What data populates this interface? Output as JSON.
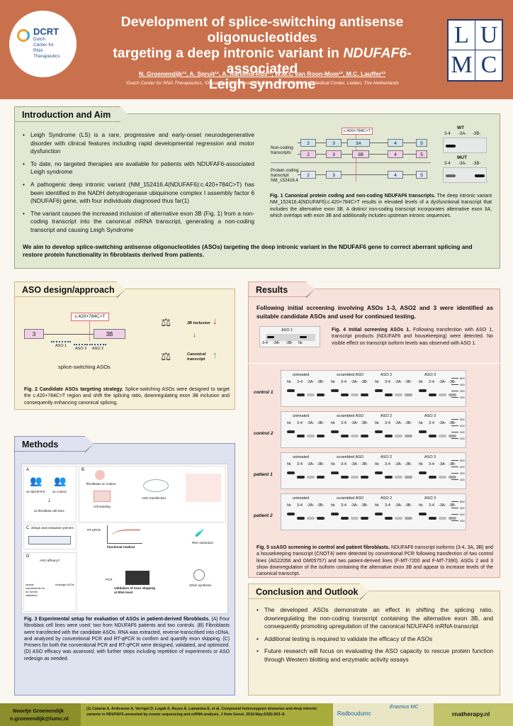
{
  "header": {
    "dcrt_logo": {
      "line1": "DCRT",
      "line2": "Dutch",
      "line3": "Center for",
      "line4": "RNA",
      "line5": "Therapeutics"
    },
    "title_line1": "Development of splice-switching antisense oligonucleotides",
    "title_line2_pre": "targeting a deep intronic variant in ",
    "title_line2_gene": "NDUFAF6",
    "title_line2_post": "-associated",
    "title_line3": "Leigh syndrome",
    "authors": "N. Groenendijk¹², A. Spruit¹², A. Aartsma-Rus¹², W.M.C van Roon-Mom¹², M.C. Lauffer¹²",
    "affiliations": "¹Dutch Center for RNA Therapeutics, ²Department of Human Genetics, Leiden University Medical Center, Leiden, The Netherlands",
    "lumc_letters": [
      "L",
      "U",
      "M",
      "C"
    ]
  },
  "intro": {
    "heading": "Introduction and Aim",
    "bullets": [
      "Leigh Syndrome (LS) is a rare, progressive and early-onset neurodegenerative disorder with clinical features including rapid developmental regression and motor dysfunction",
      "To date, no targeted therapies are available for patients with NDUFAF6-associated Leigh syndrome",
      "A pathogenic deep intronic variant (NM_152416.4(NDUFAF6):c.420+784C>T) has been identified in the NADH dehydrogenase ubiquinone complex I assembly factor 6 (NDUFAF6) gene, with four individuals diagnosed thus far(1)",
      "The variant causes the increased inclusion of alternative exon 3B (Fig. 1) from a non-coding transcript into the canonical mRNA transcript, generating a non-coding transcript and causing Leigh Syndrome"
    ],
    "aim": "We aim to develop splice-switching antisense oligonucleotides (ASOs) targeting the deep intronic variant in the NDUFAF6 gene to correct aberrant splicing and restore protein functionality in fibroblasts derived from patients.",
    "fig1": {
      "variant_label": "c.420+784C>T",
      "noncoding_label": "Non-coding transcripts",
      "protein_label": "Protein coding transcript NM_152416.4",
      "row1": [
        "2",
        "3",
        "3A",
        "4",
        "5"
      ],
      "row2": [
        "2",
        "3",
        "3B",
        "4",
        "5"
      ],
      "row3": [
        "2",
        "3",
        "4",
        "5"
      ],
      "wt_label": "WT",
      "mut_label": "MUT",
      "lane_labels": [
        "3-4",
        "-3A-",
        "-3B-"
      ],
      "caption_title": "Fig. 1 Canonical protein coding and non-coding NDUFAF6 transcripts.",
      "caption_text": "The deep intronic variant NM_152416.4(NDUFAF6):c.420+784C>T results in elevated levels of a dysfunctional transcript that includes the alternative exon 3B. A distinct non-coding transcript incorporates alternative exon 3A, which overlaps with exon 3B and additionally includes upstream intronic sequences."
    }
  },
  "aso": {
    "heading": "ASO design/approach",
    "variant_label": "c.420+784C>T",
    "exon_left": "3",
    "exon_right": "3B",
    "aso_labels": [
      "ASO 1",
      "ASO 3",
      "ASO 2"
    ],
    "splice_label": "splice-switching ASOs",
    "inclusion_label": "3B inclusion",
    "canonical_label": "Canonical transcript",
    "caption_title": "Fig. 2 Candidate ASOs targeting strategy.",
    "caption_text": "Splice-switching ASOs were designed to target the c.420+784C>T region and shift the splicing ratio, downregulating exon 3B inclusion and consequently enhancing canonical splicing."
  },
  "methods": {
    "heading": "Methods",
    "panel_a": {
      "letter": "A",
      "label1": "2x NDUFAF6",
      "label2": "2x control",
      "label3": "4x fibroblast cell lines"
    },
    "panel_b": {
      "letter": "B",
      "label1": "fibroblasts on culture",
      "label2": "cell seeding",
      "label3": "ASO transfection",
      "label4": "RNA extraction",
      "label5": "cDNA synthesis"
    },
    "panel_c": {
      "letter": "C",
      "label1": "design and evaluation primers",
      "label2": "RT-qPCR",
      "label3": "functional readout",
      "label4": "PCR",
      "label5": "validation of exon skipping at RNA level"
    },
    "panel_d": {
      "letter": "D",
      "label1": "ASO efficacy?",
      "label2": "repeat experiments 3x for further validation",
      "label3": "redesign ASOs"
    },
    "caption_title": "Fig. 3 Experimental setup for evaluation of ASOs in patient-derived fibroblasts.",
    "caption_text": "(A) Four fibroblast cell lines were used: two from NDUFAF6 patients and two controls. (B) Fibroblasts were transfected with the candidate ASOs. RNA was extracted, reverse-transcribed into cDNA, and analyzed by conventional PCR and RT-qPCR to confirm and quantify exon skipping. (C) Primers for both the conventional PCR and RT-qPCR were designed, validated, and optimized. (D) ASO efficacy was assessed, with further steps including repetition of experiments or ASO redesign as needed."
  },
  "results": {
    "heading": "Results",
    "intro": "Following initial screening involving ASOs 1-3, ASO2 and 3 were identified as suitable candidate ASOs and used for continued testing.",
    "fig4": {
      "gel_title": "ASO 1",
      "lanes": [
        "3-4",
        "-3A-",
        "-3B-",
        "hk"
      ],
      "caption_title": "Fig. 4 Initial screening ASOs 1.",
      "caption_text": "Following transfection with ASO 1, transcript products (NDUFAF6 and housekeeping) were detected. No visible effect on transcript isoform levels was observed with ASO 1."
    },
    "fig5": {
      "rows": [
        "control 1",
        "control 2",
        "patient 1",
        "patient 2"
      ],
      "groups": [
        "untreated",
        "scrambled ASO",
        "ASO 2",
        "ASO 3"
      ],
      "lanes": [
        "hk",
        "3-4",
        "-3A-",
        "-3B-"
      ],
      "ladder": [
        "500",
        "400",
        "300",
        "200"
      ],
      "caption_title": "Fig. 5 ssASO screening in control and patient fibroblasts.",
      "caption_text": "NDUFAF6 transcript isoforms (3-4, 3A, 3B) and a housekeeping transcript (CNOT4) were detected by conventional PCR following transfection of two control lines (AG22056 and GM05757) and two patient-derived lines (F-MT-7200 and F-MT-7390). ASOs 2 and 3 show downregulation of the isoform containing the alternative exon 3B and appear to increase levels of the canonical transcript."
    }
  },
  "conclusion": {
    "heading": "Conclusion and Outlook",
    "bullets": [
      "The developed ASOs demonstrate an effect in shifting the splicing ratio, downregulating the non-coding transcript containing the alternative exon 3B, and consequently promoting upregulation of the canonical NDUFAF6 mRNA transcript",
      "Additional testing is required to validate the efficacy of the ASOs",
      "Future research will focus on evaluating the ASO capacity to rescue protein function through Western blotting and enzymatic activity assays"
    ]
  },
  "footer": {
    "name": "Noortje Groenendijk",
    "email": "n.groenendijk@lumc.nl",
    "reference": "(1) Catania A, Ardissone A, Verrigni D, Legati A, Reyes A, Lamantea E, et al. Compound heterozygous missense and deep intronic variants in NDUFAF6 unraveled by exome sequencing and mRNA analysis. J Hum Genet. 2018 May;63(5):563–8.",
    "logo_radboud": "Radboudumc",
    "logo_erasmus": "Erasmus MC",
    "website": "rnatherapy.nl"
  },
  "colors": {
    "header": "#c9714c",
    "intro_bg": "#e3e8d4",
    "aso_bg": "#f7f0d8",
    "methods_bg": "#dfe3f0",
    "results_bg": "#f7e3dc",
    "conclusion_bg": "#f7f0d8",
    "footer": "#8a8f2a"
  }
}
